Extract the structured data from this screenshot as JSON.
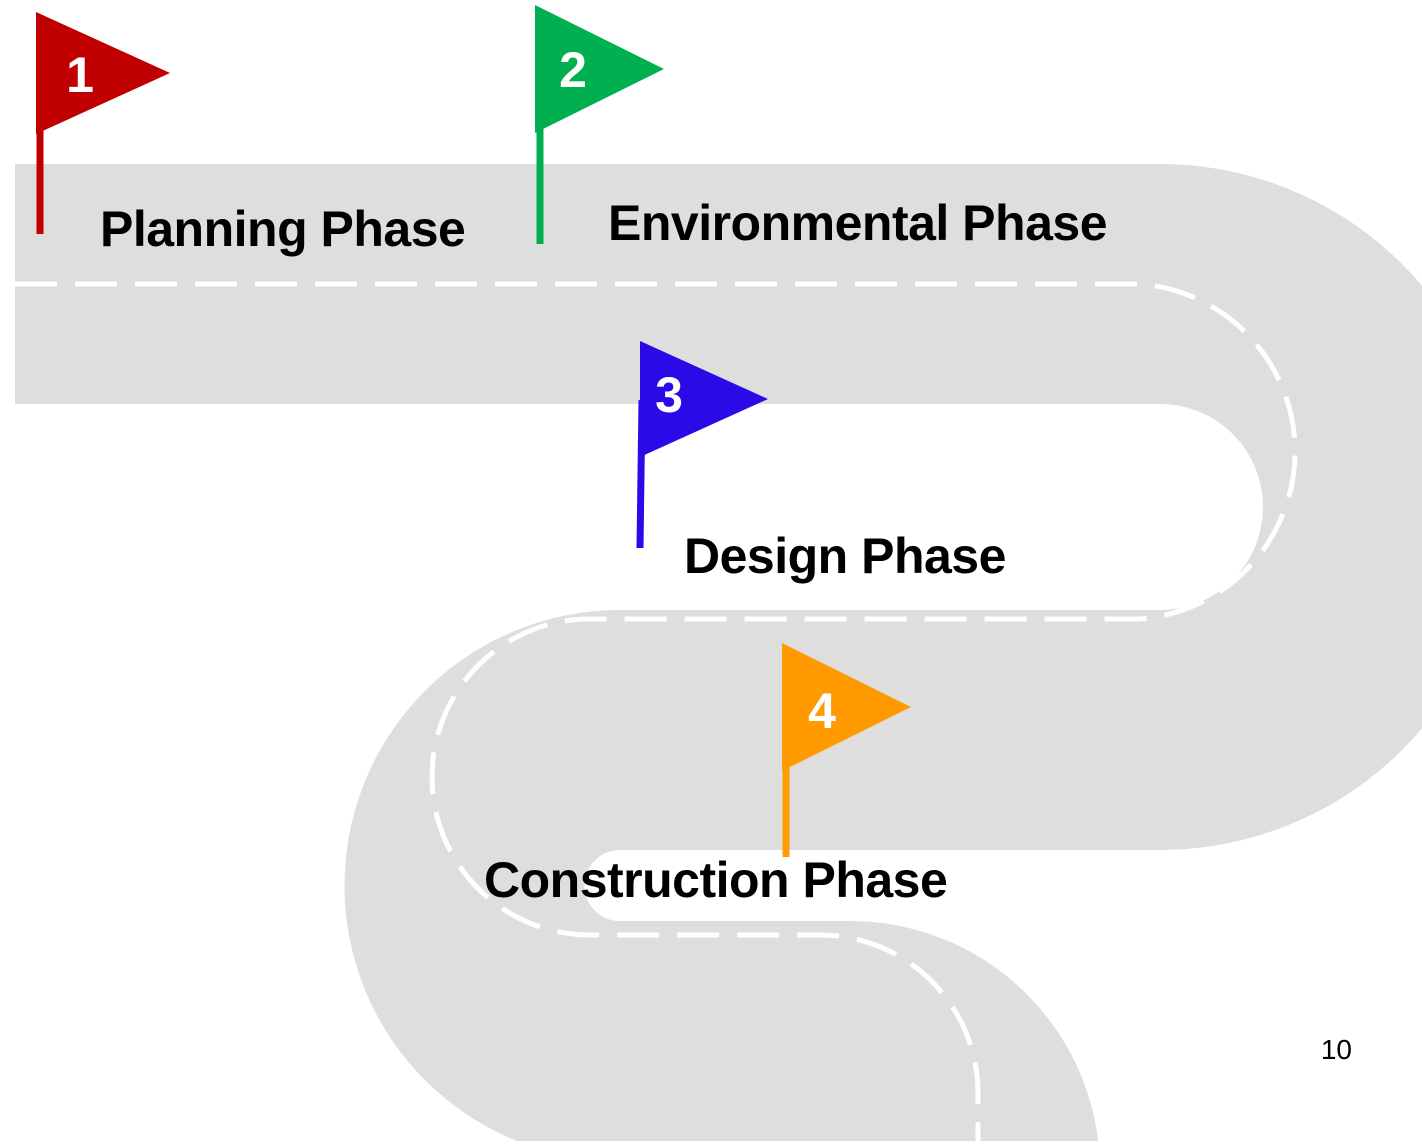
{
  "phases": [
    {
      "number": "1",
      "label": "Planning Phase",
      "flag_color": "#c00000"
    },
    {
      "number": "2",
      "label": "Environmental Phase",
      "flag_color": "#00b050"
    },
    {
      "number": "3",
      "label": "Design Phase",
      "flag_color": "#2a0ae6"
    },
    {
      "number": "4",
      "label": "Construction Phase",
      "flag_color": "#ff9a00"
    }
  ],
  "road": {
    "color": "#dedede",
    "dash_color": "#ffffff"
  },
  "page_number": "10"
}
